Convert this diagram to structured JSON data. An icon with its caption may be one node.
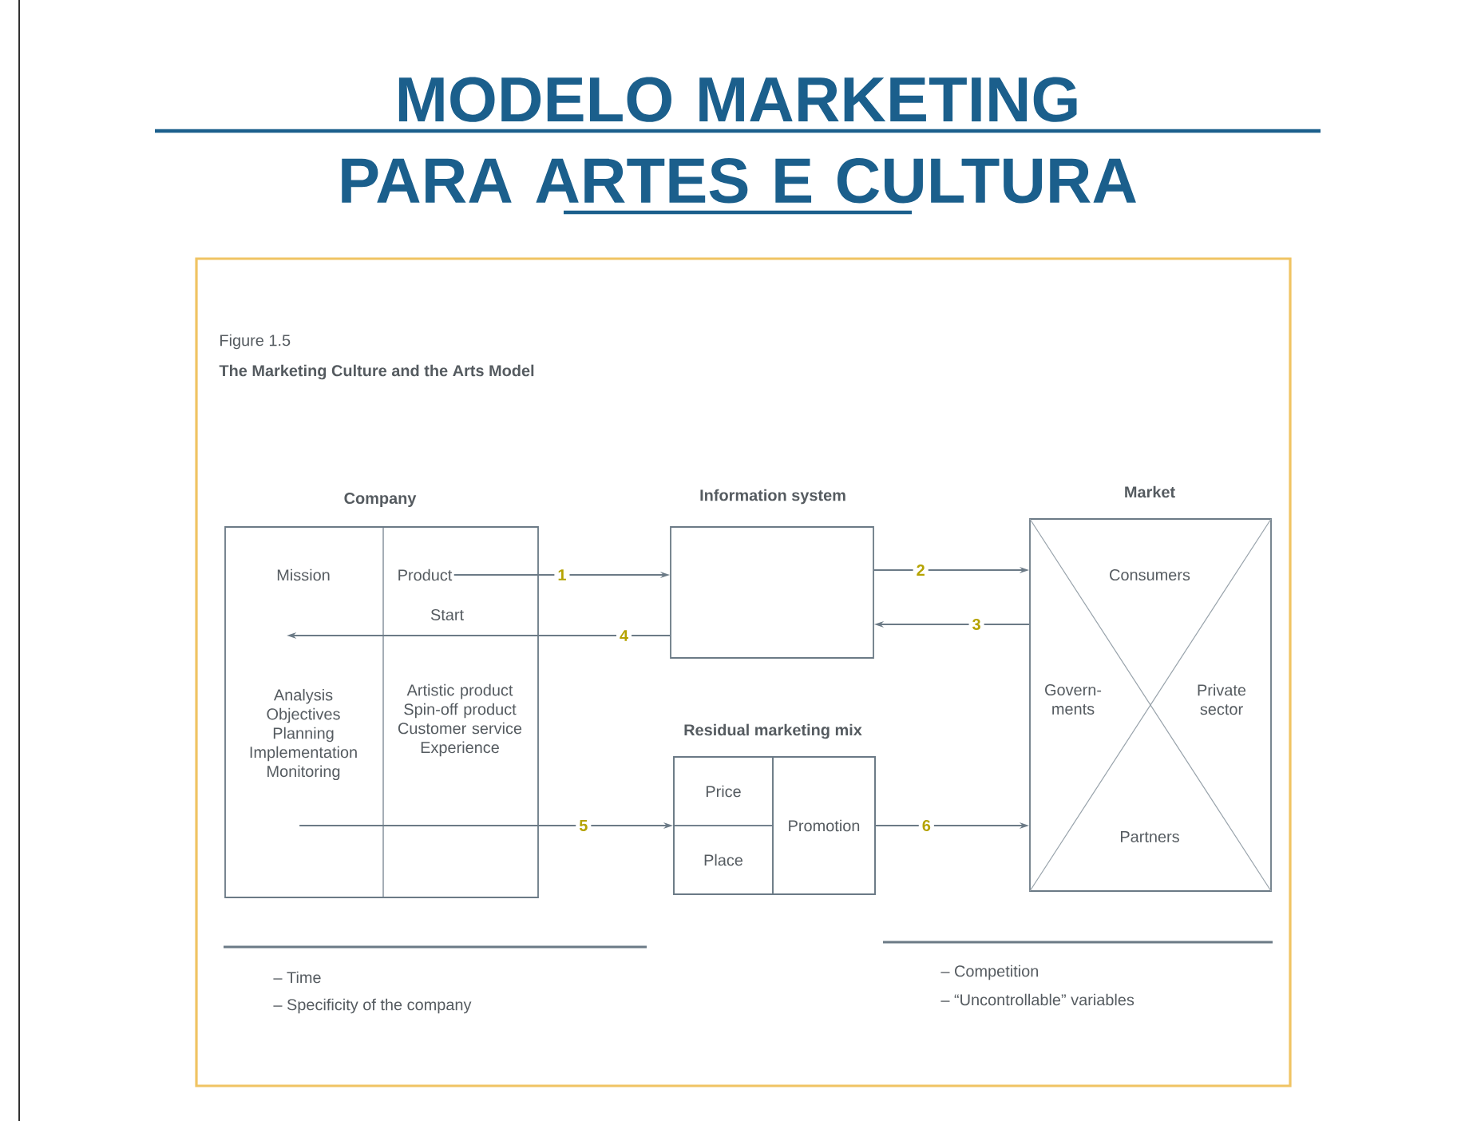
{
  "diagram": {
    "title": "MODELO MARKETING PARA ARTES E CULTURA",
    "nodes": [
      {
        "text": [
          "Company",
          "Mission",
          "Analysis Objectives Planning Implementation Monitoring",
          "Artistic product Spin-off product Customer service Experience"
        ]
      },
      {
        "text": [
          "Product"
        ],
        "in": 0
      },
      {
        "text": [
          "Information system"
        ]
      },
      {
        "text": [
          "Residual marketing mix"
        ]
      },
      {
        "text": [
          "Price"
        ],
        "in": 3
      },
      {
        "text": [
          "Place"
        ],
        "in": 3
      },
      {
        "text": [
          "Promotion"
        ],
        "in": 3
      },
      {
        "text": [
          "Market",
          "Consumers",
          "Govern- ments",
          "Private sector",
          "Partners"
        ]
      }
    ],
    "edges": [
      {
        "from": 1,
        "to": 2,
        "arrow": "to",
        "label": "1"
      },
      {
        "from": 2,
        "to": 7,
        "arrow": "to",
        "label": "2"
      },
      {
        "from": 7,
        "to": 2,
        "arrow": "to",
        "label": "3"
      },
      {
        "from": 2,
        "to": 0,
        "arrow": "to",
        "label": "4"
      },
      {
        "from": 0,
        "to": 3,
        "arrow": "to",
        "label": "5"
      },
      {
        "from": 3,
        "to": 7,
        "arrow": "to",
        "label": "6"
      }
    ],
    "labels": [
      "Figure 1.5",
      "The Marketing Culture and the Arts Model",
      "Start",
      "– Time",
      "– Specificity of the company",
      "– Competition",
      "– “Uncontrollable” variables"
    ]
  }
}
